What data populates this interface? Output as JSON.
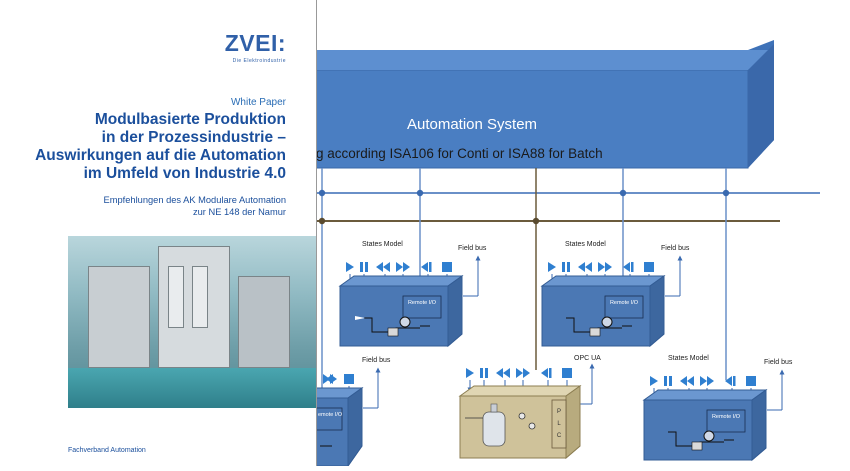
{
  "cover": {
    "logo": "ZVEI:",
    "logo_sub": "Die Elektroindustrie",
    "label": "White Paper",
    "title_lines": [
      "Modulbasierte Produktion",
      "in der Prozessindustrie –",
      "Auswirkungen auf die Automation",
      "im Umfeld von Industrie 4.0"
    ],
    "subtitle_lines": [
      "Empfehlungen des AK Modulare Automation",
      "zur NE 148 der Namur"
    ],
    "footer": "Fachverband Automation"
  },
  "diagram": {
    "system_title": "Automation System",
    "system_subtitle": "g according ISA106 for Conti or ISA88 for Batch",
    "states_model_label": "States Model",
    "field_bus_label": "Field bus",
    "opc_ua_label": "OPC UA",
    "remote_io_label": "Remote I/O",
    "remote_io_partial": "emote I/O",
    "plc_label": "P L C",
    "colors": {
      "system_box": "#4a7ec2",
      "module_box": "#4b78b4",
      "plc_module": "#cfc29a",
      "bus_line": "#6a90c8",
      "bus_line_dark": "#6b5b3c"
    }
  }
}
